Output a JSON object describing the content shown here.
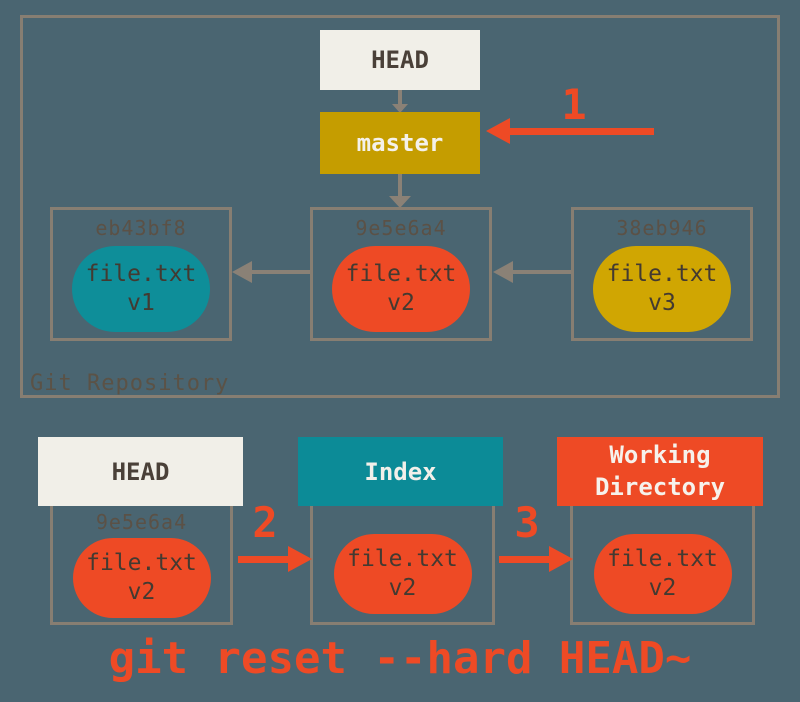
{
  "colors": {
    "background": "#4A6571",
    "box_border": "#877E72",
    "cream": "#F1EFE8",
    "gold": "#C59D00",
    "gold_oval": "#D0A602",
    "teal": "#0C8B97",
    "red": "#EE4A25",
    "dark_text": "#4A4038",
    "muted_label_text": "#5B5246"
  },
  "repository": {
    "label": "Git Repository",
    "head_label": "HEAD",
    "branch_label": "master",
    "commits": [
      {
        "hash": "eb43bf8",
        "file": "file.txt",
        "version": "v1"
      },
      {
        "hash": "9e5e6a4",
        "file": "file.txt",
        "version": "v2"
      },
      {
        "hash": "38eb946",
        "file": "file.txt",
        "version": "v3"
      }
    ]
  },
  "step_numbers": {
    "one": "1",
    "two": "2",
    "three": "3"
  },
  "working_areas": {
    "head": {
      "title": "HEAD",
      "hash": "9e5e6a4",
      "file": "file.txt",
      "version": "v2"
    },
    "index": {
      "title": "Index",
      "file": "file.txt",
      "version": "v2"
    },
    "working_directory": {
      "title": "Working Directory",
      "file": "file.txt",
      "version": "v2"
    }
  },
  "caption": "git reset --hard HEAD~"
}
